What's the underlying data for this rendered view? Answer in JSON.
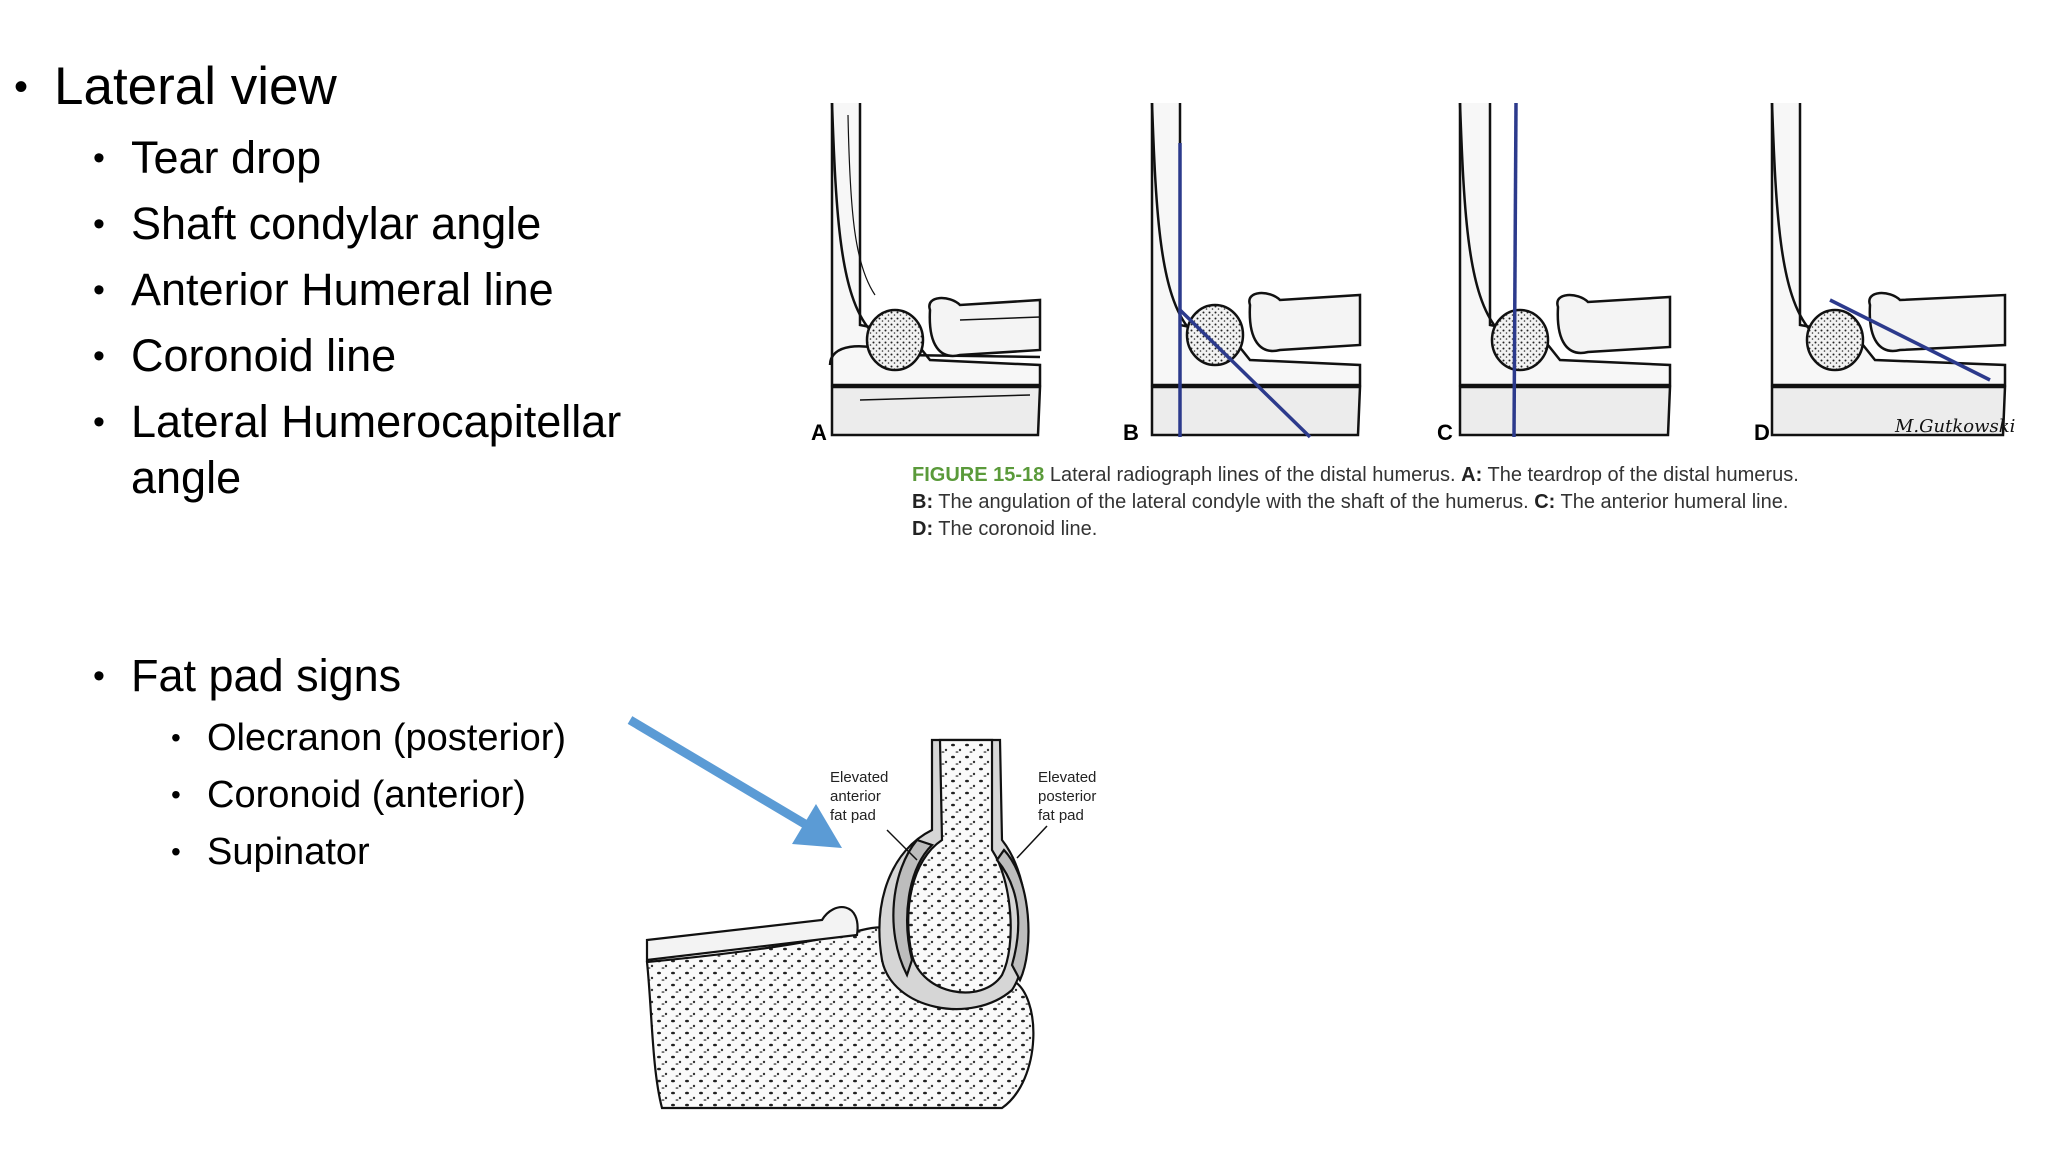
{
  "bullets": {
    "lateral_view": "Lateral view",
    "tear_drop": "Tear drop",
    "shaft_condylar": "Shaft condylar angle",
    "anterior_humeral": "Anterior Humeral line",
    "coronoid_line": "Coronoid line",
    "lateral_humerocapitellar_1": "Lateral Humerocapitellar",
    "lateral_humerocapitellar_2": "angle",
    "fat_pad_signs": "Fat pad signs",
    "olecranon": "Olecranon (posterior)",
    "coronoid": "Coronoid (anterior)",
    "supinator": "Supinator",
    "bullet_glyph": "•"
  },
  "figure_top": {
    "panels": [
      "A",
      "B",
      "C",
      "D"
    ],
    "signature": "M.Gutkowski",
    "caption": {
      "fig_label": "FIGURE 15-18",
      "line1": " Lateral radiograph lines of the distal humerus. ",
      "a_label": "A:",
      "a_text": " The teardrop of the distal humerus.",
      "b_label": "B:",
      "b_text": " The angulation of the lateral condyle with the shaft of the humerus. ",
      "c_label": "C:",
      "c_text": " The anterior humeral line.",
      "d_label": "D:",
      "d_text": " The coronoid line."
    },
    "line_color": "#2c3a8c",
    "label_color": "#5a9a3a"
  },
  "figure_bottom": {
    "anterior_label": "Elevated\nanterior\nfat pad",
    "posterior_label": "Elevated\nposterior\nfat pad",
    "arrow_color": "#5b9bd5"
  }
}
